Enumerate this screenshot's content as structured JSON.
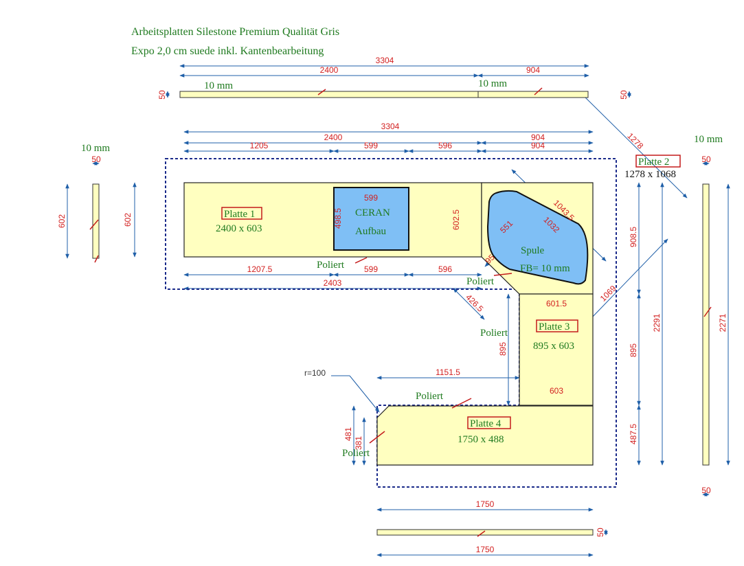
{
  "header": {
    "title_line1": "Arbeitsplatten Silestone Premium Qualität Gris",
    "title_line2": "Expo 2,0 cm suede inkl. Kantenbearbeitung"
  },
  "colors": {
    "slab": "#ffffc0",
    "cutout": "#7fbff5",
    "dim_line": "#1f5fa8",
    "dim_text": "#d21f1f",
    "label_green": "#1f7a1f",
    "label_box": "#c41a1a"
  },
  "labels": {
    "thickness_top_left": "10 mm",
    "thickness_top_right": "10 mm",
    "thickness_side_left": "10 mm",
    "thickness_side_right": "10 mm",
    "platte1_name": "Platte 1",
    "platte1_size": "2400 x 603",
    "platte2_name": "Platte 2",
    "platte2_size": "1278 x 1068",
    "platte3_name": "Platte 3",
    "platte3_size": "895 x 603",
    "platte4_name": "Platte 4",
    "platte4_size": "1750 x 488",
    "ceran_line1": "CERAN",
    "ceran_line2": "Aufbau",
    "spule_line1": "Spule",
    "spule_line2": "FB= 10 mm",
    "poliert_1": "Poliert",
    "poliert_2": "Poliert",
    "poliert_3": "Poliert",
    "poliert_4": "Poliert",
    "poliert_5": "Poliert",
    "radius": "r=100"
  },
  "dims": {
    "top_total": "3304",
    "top_left": "2400",
    "top_right": "904",
    "top_thick_left": "50",
    "top_thick_right": "50",
    "main_total": "3304",
    "main_2400": "2400",
    "main_904": "904",
    "seg_1205": "1205",
    "seg_599": "599",
    "seg_596": "596",
    "seg_904b": "904",
    "ceran_w": "599",
    "ceran_h": "498.5",
    "p1_depth_left": "602",
    "p1_depth_inner": "602.5",
    "side_left_602": "602",
    "side_left_50": "50",
    "bot_1207_5": "1207.5",
    "bot_599": "599",
    "bot_596": "596",
    "bot_2403": "2403",
    "diag_1278": "1278",
    "diag_1043_5": "1043.5",
    "diag_1032": "1032",
    "diag_551": "551",
    "diag_95": "95",
    "diag_426_5": "426.5",
    "diag_1069": "1069",
    "r_908_5": "908.5",
    "r_895": "895",
    "r_487_5": "487.5",
    "r_2291": "2291",
    "p3_601_5": "601.5",
    "p3_895": "895",
    "p3_603": "603",
    "p4_1151_5": "1151.5",
    "p4_481": "481",
    "p4_381": "381",
    "p4_1750": "1750",
    "bottom_1750": "1750",
    "bottom_thick": "50",
    "right_side_50_top": "50",
    "right_side_50_bottom": "50",
    "right_side_2271": "2271"
  }
}
